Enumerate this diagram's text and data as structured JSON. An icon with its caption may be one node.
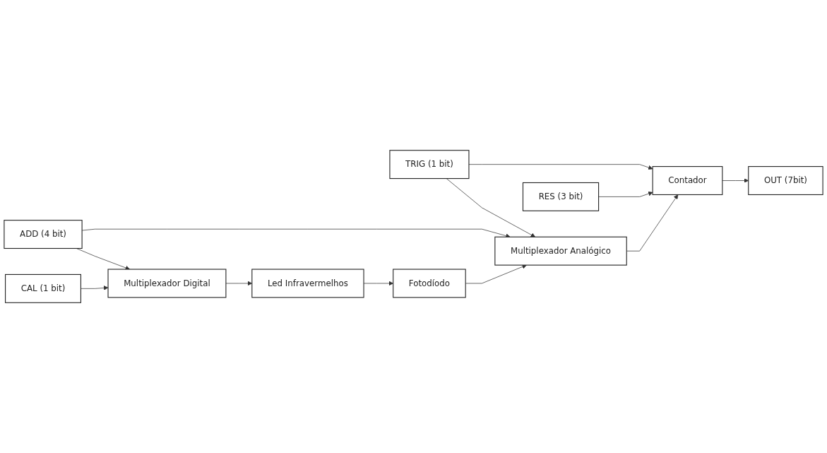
{
  "diagram": {
    "nodes": [
      {
        "text": [
          "CAL (1 bit)"
        ]
      },
      {
        "text": [
          "ADD (4 bit)"
        ]
      },
      {
        "text": [
          "TRIG (1 bit)"
        ]
      },
      {
        "text": [
          "Multiplexador Digital"
        ]
      },
      {
        "text": [
          "Led Infravermelhos"
        ]
      },
      {
        "text": [
          "Multiplexador Analógico"
        ]
      },
      {
        "text": [
          "Fotodíodo"
        ]
      },
      {
        "text": [
          "RES (3 bit)"
        ]
      },
      {
        "text": [
          "Contador"
        ]
      },
      {
        "text": [
          "OUT (7bit)"
        ]
      }
    ],
    "edges": [
      {
        "from": 0,
        "to": 3,
        "arrow": "to"
      },
      {
        "from": 1,
        "to": 3,
        "arrow": "to"
      },
      {
        "from": 1,
        "to": 5,
        "arrow": "to"
      },
      {
        "from": 2,
        "to": 5,
        "arrow": "to"
      },
      {
        "from": 3,
        "to": 4,
        "arrow": "to"
      },
      {
        "from": 4,
        "to": 6,
        "arrow": "to"
      },
      {
        "from": 6,
        "to": 5,
        "arrow": "to"
      },
      {
        "from": 5,
        "to": 8,
        "arrow": "to"
      },
      {
        "from": 2,
        "to": 8,
        "arrow": "to"
      },
      {
        "from": 7,
        "to": 8,
        "arrow": "to"
      },
      {
        "from": 8,
        "to": 9,
        "arrow": "to"
      }
    ]
  }
}
